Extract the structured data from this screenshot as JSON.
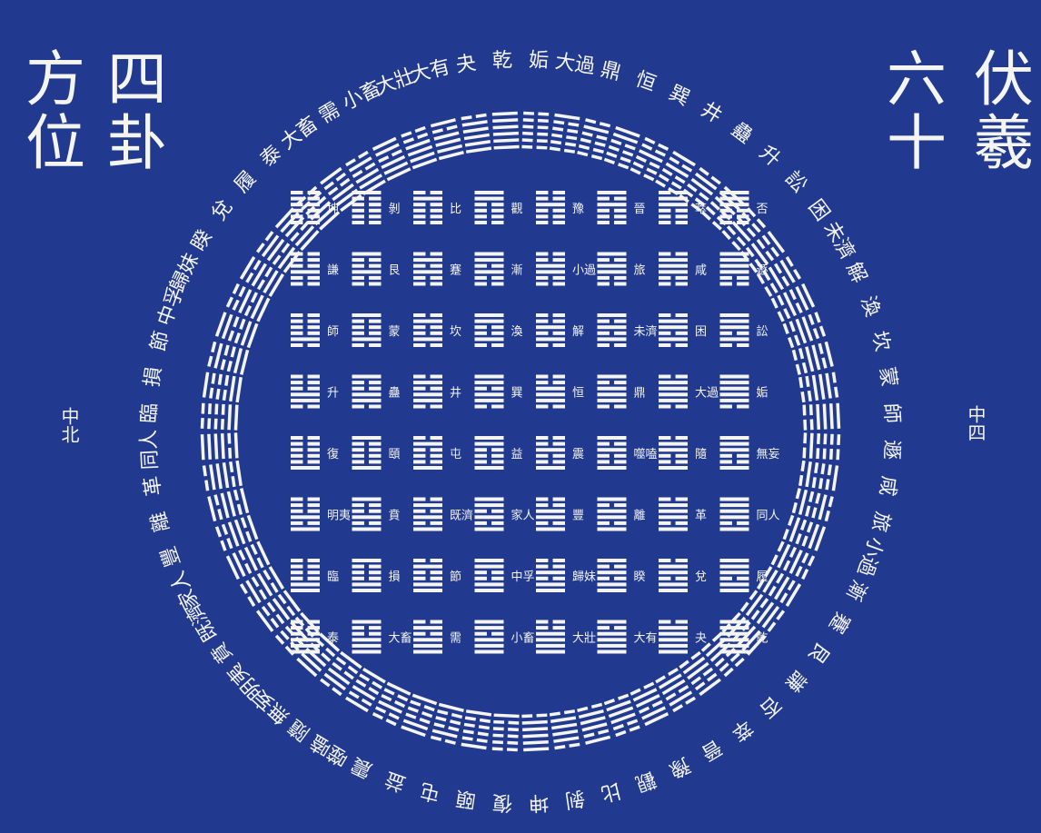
{
  "title": {
    "left_columns": [
      "四卦",
      "方位"
    ],
    "right_columns": [
      "伏羲",
      "六十"
    ]
  },
  "directions": {
    "west": "中北",
    "east": "中四"
  },
  "circle_ring": {
    "names_top_right": [
      "姤",
      "大過",
      "鼎",
      "恒",
      "巽",
      "井",
      "蠱",
      "升",
      "訟",
      "困",
      "未濟",
      "解",
      "渙",
      "坎",
      "蒙",
      "師"
    ],
    "names_right_lower": [
      "遯",
      "咸",
      "旅",
      "小過",
      "漸",
      "蹇",
      "艮",
      "謙",
      "否",
      "萃",
      "晉",
      "豫",
      "觀",
      "比",
      "剝",
      "坤"
    ],
    "names_bottom_left": [
      "復",
      "頤",
      "屯",
      "益",
      "震",
      "噬嗑",
      "隨",
      "無妄",
      "明夷",
      "賁",
      "既濟",
      "家人",
      "豐",
      "離",
      "革",
      "同人"
    ],
    "names_left_upper": [
      "臨",
      "損",
      "節",
      "中孚",
      "歸妹",
      "睽",
      "兌",
      "履",
      "泰",
      "大畜",
      "需",
      "小畜",
      "大壯",
      "大有",
      "夬",
      "乾"
    ]
  },
  "square_grid": {
    "rows": [
      [
        "坤",
        "剝",
        "比",
        "觀",
        "豫",
        "晉",
        "萃",
        "否"
      ],
      [
        "謙",
        "艮",
        "蹇",
        "漸",
        "小過",
        "旅",
        "咸",
        "遯"
      ],
      [
        "師",
        "蒙",
        "坎",
        "渙",
        "解",
        "未濟",
        "困",
        "訟"
      ],
      [
        "升",
        "蠱",
        "井",
        "巽",
        "恒",
        "鼎",
        "大過",
        "姤"
      ],
      [
        "復",
        "頤",
        "屯",
        "益",
        "震",
        "噬嗑",
        "隨",
        "無妄"
      ],
      [
        "明夷",
        "賁",
        "既濟",
        "家人",
        "豐",
        "離",
        "革",
        "同人"
      ],
      [
        "臨",
        "損",
        "節",
        "中孚",
        "歸妹",
        "睽",
        "兌",
        "履"
      ],
      [
        "泰",
        "大畜",
        "需",
        "小畜",
        "大壯",
        "大有",
        "夬",
        "乾"
      ]
    ]
  },
  "colors": {
    "background": "#213a8f",
    "ink": "#f4f4f0"
  }
}
